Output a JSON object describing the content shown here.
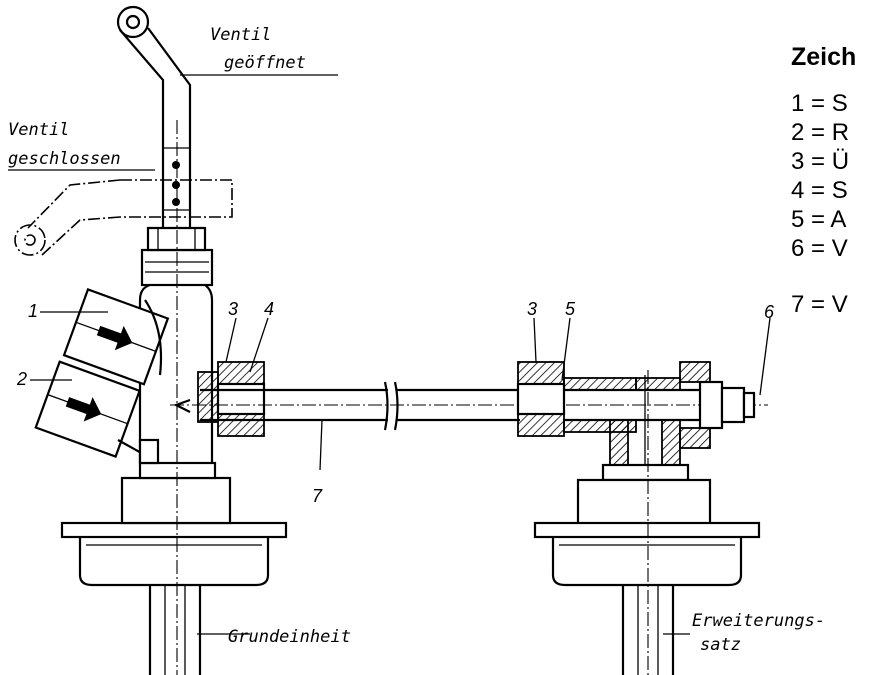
{
  "labels": {
    "valve_open": [
      "Ventil",
      "geöffnet"
    ],
    "valve_closed": [
      "Ventil",
      "geschlossen"
    ],
    "base_unit": "Grundeinheit",
    "extension_set": [
      "Erweiterungs-",
      "satz"
    ]
  },
  "callouts": {
    "n1": "1",
    "n2": "2",
    "n3a": "3",
    "n4": "4",
    "n7": "7",
    "n3b": "3",
    "n5": "5",
    "n6": "6"
  },
  "legend": {
    "title": "Zeich",
    "items": [
      "1 = S",
      "2 = R",
      "3 = Ü",
      "4 = S",
      "5 = A",
      "6 = V",
      "7 = V"
    ]
  }
}
